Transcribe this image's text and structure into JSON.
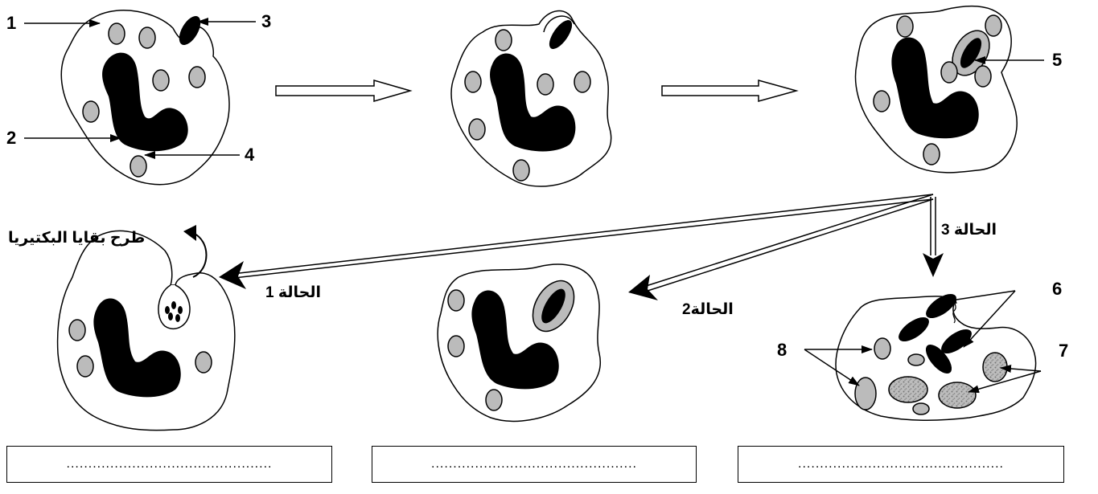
{
  "labels": {
    "n1": "1",
    "n2": "2",
    "n3": "3",
    "n4": "4",
    "n5": "5",
    "n6": "6",
    "n7": "7",
    "n8": "8"
  },
  "captions": {
    "expel": "طرح بقايا البكتيريا",
    "case1": "الحالة 1",
    "case2": "الحالة2",
    "case3": "الحالة 3"
  },
  "answers": [
    "...............................................",
    "...............................................",
    "..............................................."
  ]
}
